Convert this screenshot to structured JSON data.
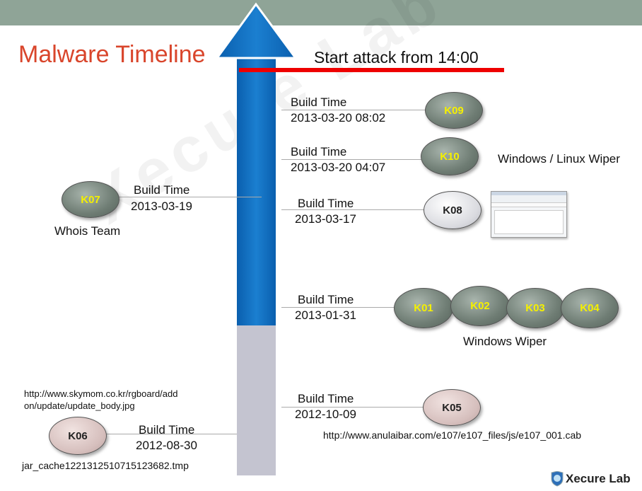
{
  "title": "Malware Timeline",
  "start_attack": "Start attack from 14:00",
  "build_time_label": "Build Time",
  "colors": {
    "topbar": "#8fa497",
    "title": "#d9452b",
    "arrow_blue": "#0a6fc2",
    "arrow_gray": "#c4c4d0",
    "attack_line": "#ee0000"
  },
  "entries": [
    {
      "date": "2013-03-20 08:02",
      "nodes": [
        "K09"
      ]
    },
    {
      "date": "2013-03-20 04:07",
      "nodes": [
        "K10"
      ],
      "note": "Windows / Linux Wiper"
    },
    {
      "date": "2013-03-17",
      "nodes": [
        "K08"
      ]
    },
    {
      "date": "2013-03-19",
      "nodes": [
        "K07"
      ],
      "note": "Whois Team"
    },
    {
      "date": "2013-01-31",
      "nodes": [
        "K01",
        "K02",
        "K03",
        "K04"
      ],
      "note": "Windows Wiper"
    },
    {
      "date": "2012-10-09",
      "nodes": [
        "K05"
      ],
      "note": "http://www.anulaibar.com/e107/e107_files/js/e107_001.cab"
    },
    {
      "date": "2012-08-30",
      "nodes": [
        "K06"
      ],
      "note": "http://www.skymom.co.kr/rgboard/add on/update/update_body.jpg",
      "note2": "jar_cache1221312510715123682.tmp"
    }
  ],
  "watermark": "Xecure Lab",
  "logo": "Xecure Lab"
}
